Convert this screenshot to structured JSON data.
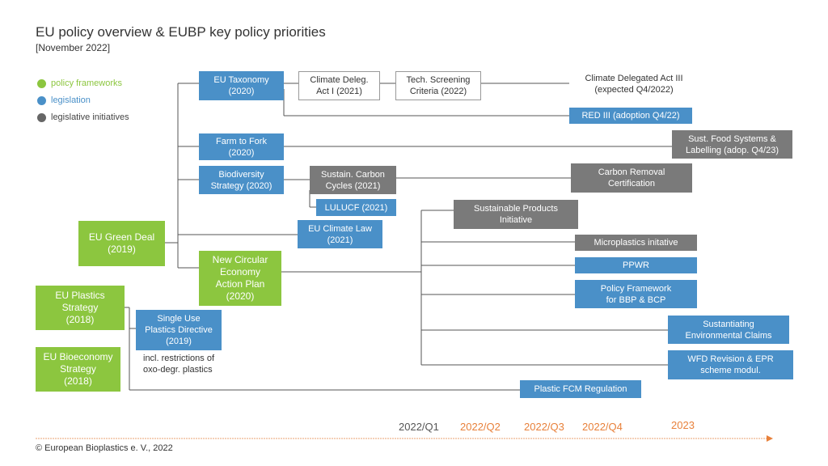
{
  "title": "EU policy overview & EUBP key policy priorities",
  "subtitle": "[November 2022]",
  "legend": [
    {
      "label": "policy frameworks",
      "color": "#8cc63f"
    },
    {
      "label": "legislation",
      "color": "#4a90c8"
    },
    {
      "label": "legislative initiatives",
      "color": "#666666"
    }
  ],
  "colors": {
    "framework": "#8cc63f",
    "legislation": "#4a90c8",
    "initiative": "#7a7a7a",
    "timeline": "#e8803a",
    "line": "#555555"
  },
  "nodes": {
    "green_deal": "EU Green Deal\n(2019)",
    "plastics_strategy": "EU Plastics\nStrategy\n(2018)",
    "bioeconomy_strategy": "EU Bioeconomy\nStrategy\n(2018)",
    "circular_economy": "New Circular\nEconomy\nAction Plan\n(2020)",
    "eu_taxonomy": "EU Taxonomy\n(2020)",
    "climate_deleg_1": "Climate Deleg.\nAct I (2021)",
    "tech_screening": "Tech. Screening\nCriteria (2022)",
    "climate_deleg_3": "Climate Delegated Act III\n(expected Q4/2022)",
    "red3": "RED III (adoption Q4/22)",
    "farm_to_fork": "Farm to Fork\n(2020)",
    "sust_food": "Sust. Food Systems &\nLabelling (adop. Q4/23)",
    "biodiversity": "Biodiversity\nStrategy (2020)",
    "sustain_carbon": "Sustain. Carbon\nCycles (2021)",
    "carbon_removal": "Carbon Removal\nCertification",
    "lulucf": "LULUCF (2021)",
    "climate_law": "EU Climate Law\n(2021)",
    "sustainable_products": "Sustainable Products\nInitiative",
    "microplastics": "Microplastics initative",
    "ppwr": "PPWR",
    "policy_framework_bbp": "Policy Framework\nfor BBP & BCP",
    "substantiating": "Sustantiating\nEnvironmental Claims",
    "wfd": "WFD Revision & EPR\nscheme modul.",
    "single_use": "Single Use\nPlastics Directive\n(2019)",
    "sup_note": "incl. restrictions of\noxo-degr. plastics",
    "plastic_fcm": "Plastic FCM Regulation"
  },
  "timeline": [
    {
      "label": "2022/Q1",
      "color": "#555555"
    },
    {
      "label": "2022/Q2",
      "color": "#e8803a"
    },
    {
      "label": "2022/Q3",
      "color": "#e8803a"
    },
    {
      "label": "2022/Q4",
      "color": "#e8803a"
    },
    {
      "label": "2023",
      "color": "#e8803a"
    }
  ],
  "copyright": "© European Bioplastics e. V., 2022"
}
